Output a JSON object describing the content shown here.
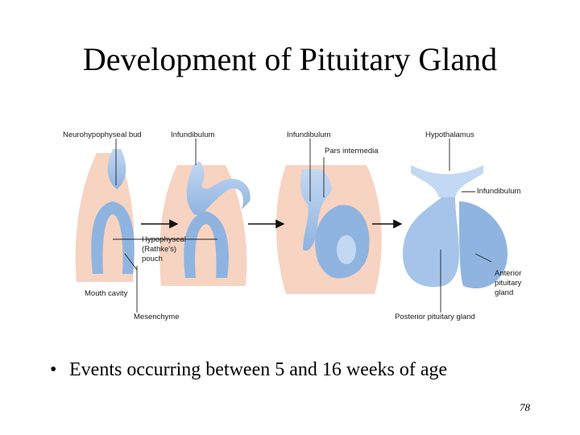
{
  "slide": {
    "title": "Development of Pituitary Gland",
    "bullet": "Events occurring between 5 and 16 weeks of age",
    "page_number": "78"
  },
  "figure": {
    "labels": {
      "neurohypophyseal_bud": "Neurohypophyseal bud",
      "infundibulum_1": "Infundibulum",
      "infundibulum_2": "Infundibulum",
      "pars_intermedia": "Pars intermedia",
      "hypothalamus": "Hypothalamus",
      "infundibulum_3": "Infundibulum",
      "hypophyseal_line1": "Hypophyseal",
      "hypophyseal_line2": "(Rathke's)",
      "hypophyseal_line3": "pouch",
      "mouth_cavity": "Mouth cavity",
      "mesenchyme": "Mesenchyme",
      "anterior_line1": "Anterior",
      "anterior_line2": "pituitary",
      "anterior_line3": "gland",
      "posterior_pituitary": "Posterior pituitary gland"
    },
    "colors": {
      "tissue_blue": "#8fb4e0",
      "tissue_light_blue": "#c3d8f2",
      "mesenchyme_pink": "#f6cbb6",
      "arrow": "#111111"
    }
  }
}
